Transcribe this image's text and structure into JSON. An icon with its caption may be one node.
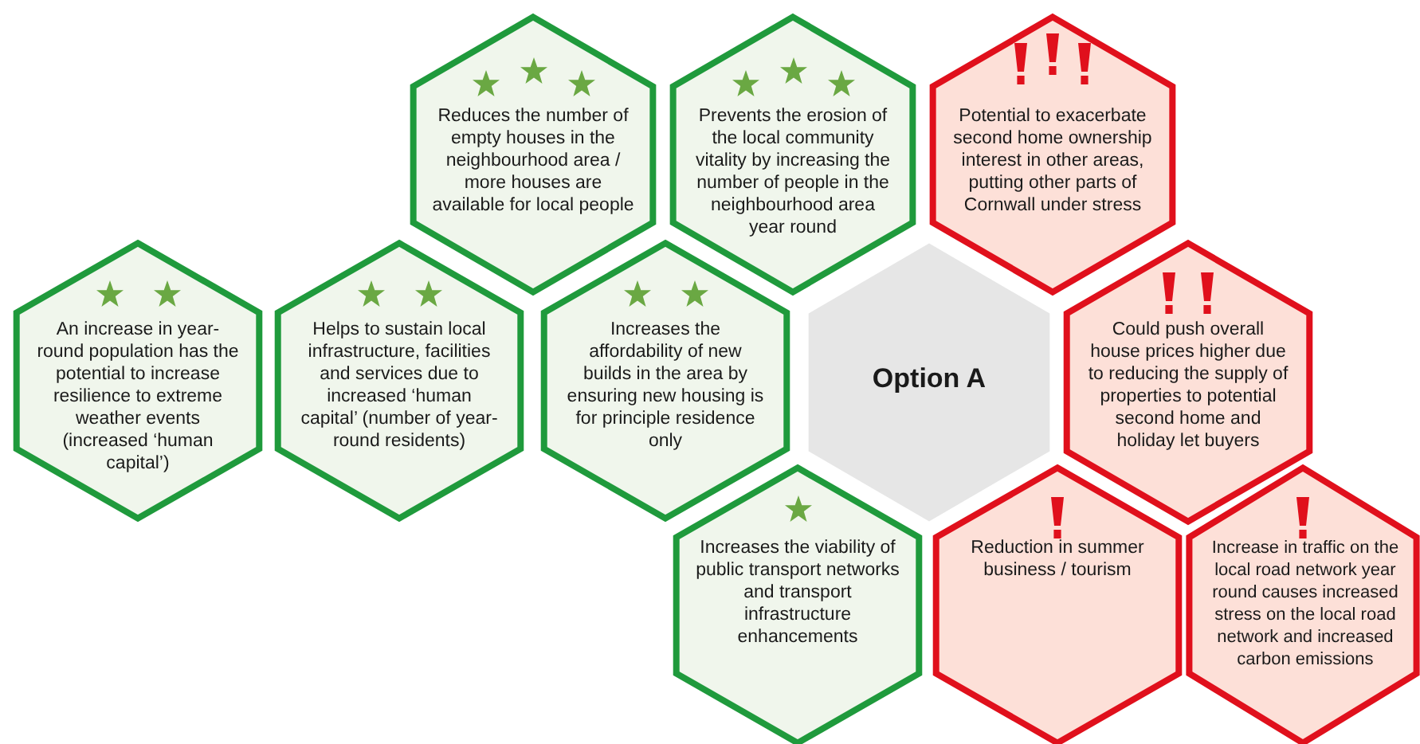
{
  "diagram": {
    "nodes": [
      {
        "text": [
          "Reduces the number of empty houses in the neighbourhood area / more houses are available for local people"
        ]
      },
      {
        "text": [
          "Prevents the erosion of the local community vitality by increasing the number of people in the neighbourhood area year round"
        ]
      },
      {
        "text": [
          "Potential to exacerbate second home ownership interest in other areas, putting other parts of Cornwall under stress"
        ]
      },
      {
        "text": [
          "An increase in year-round population has the potential to increase resilience to extreme weather events (increased ‘human capital’)"
        ]
      },
      {
        "text": [
          "Helps to sustain local infrastructure, facilities and services due to increased ‘human capital’ (number of year-round residents)"
        ]
      },
      {
        "text": [
          "Increases the affordability of new builds in the area by ensuring new housing is for principle residence only"
        ]
      },
      {
        "text": [
          "Option A"
        ]
      },
      {
        "text": [
          "Could push overall house prices higher due to reducing the supply of properties to potential second home and holiday let buyers"
        ]
      },
      {
        "text": [
          "Increases the viability of public transport networks and transport infrastructure enhancements"
        ]
      },
      {
        "text": [
          "Reduction in summer business / tourism"
        ]
      },
      {
        "text": [
          "Increase in traffic on the local road network year round causes increased stress on the local road network and increased carbon emissions"
        ]
      }
    ],
    "edges": []
  }
}
